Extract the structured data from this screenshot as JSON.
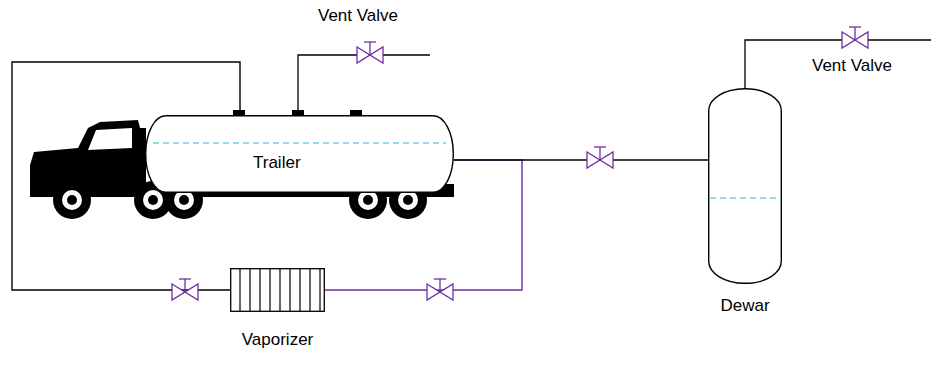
{
  "diagram": {
    "nodes": [
      {
        "text": [
          "Trailer"
        ]
      },
      {
        "text": [
          "Vaporizer"
        ]
      },
      {
        "text": [
          "Dewar"
        ]
      }
    ],
    "edges": [
      {
        "from": 1,
        "to": 0,
        "arrow": "none"
      },
      {
        "from": 0,
        "to": 1,
        "arrow": "none"
      },
      {
        "from": 0,
        "to": 2,
        "arrow": "none"
      }
    ],
    "labels": [
      "Vent Valve",
      "Vent Valve"
    ]
  }
}
